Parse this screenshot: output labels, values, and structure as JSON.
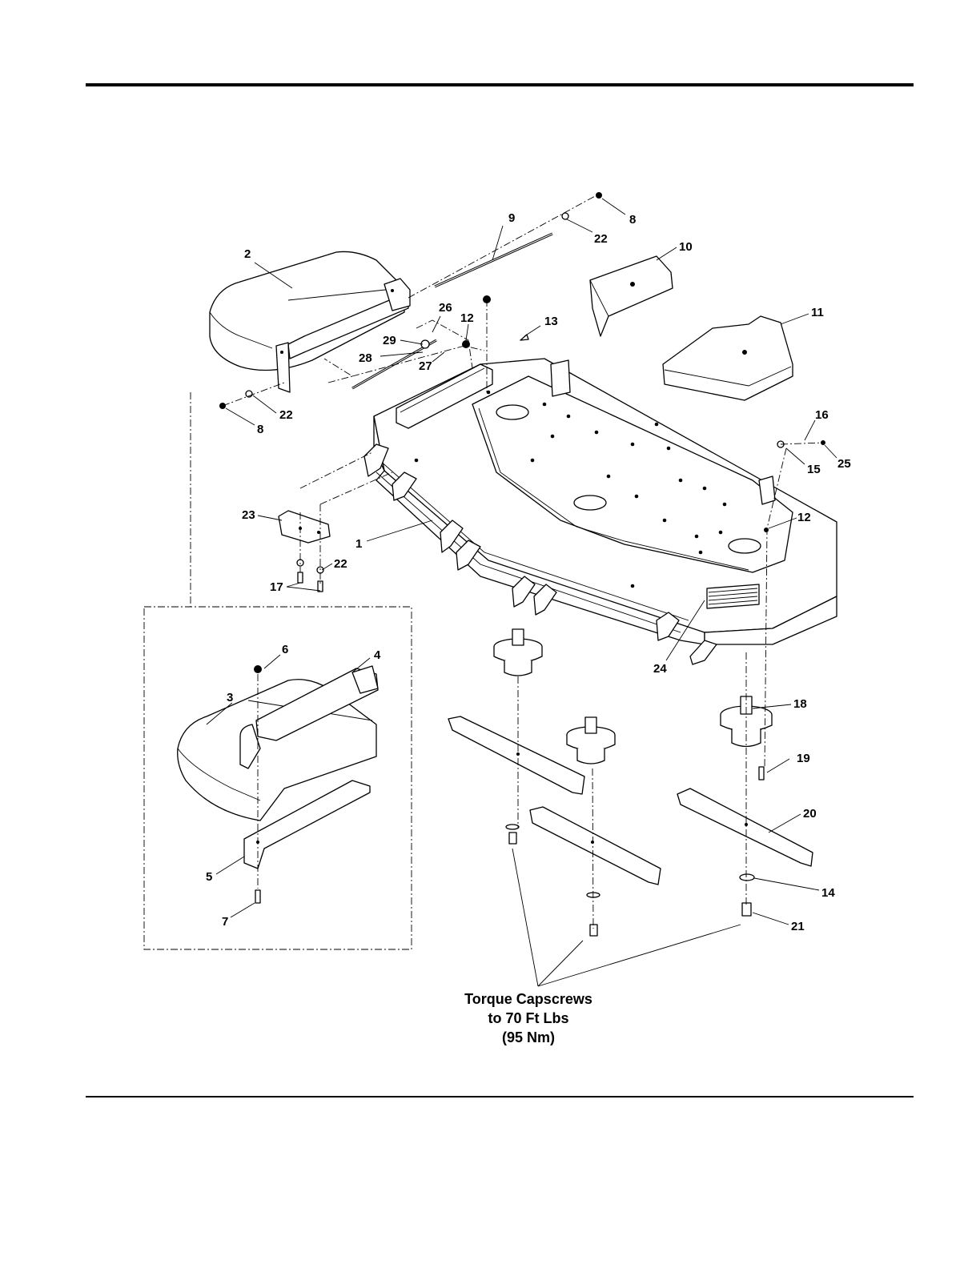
{
  "callouts": {
    "c1": "1",
    "c2": "2",
    "c3": "3",
    "c4": "4",
    "c5": "5",
    "c6": "6",
    "c7": "7",
    "c8a": "8",
    "c8b": "8",
    "c9": "9",
    "c10": "10",
    "c11": "11",
    "c12a": "12",
    "c12b": "12",
    "c13": "13",
    "c14": "14",
    "c15": "15",
    "c16": "16",
    "c17": "17",
    "c18": "18",
    "c19": "19",
    "c20": "20",
    "c21": "21",
    "c22a": "22",
    "c22b": "22",
    "c22c": "22",
    "c23": "23",
    "c24": "24",
    "c25": "25",
    "c26": "26",
    "c27": "27",
    "c28": "28",
    "c29": "29"
  },
  "note": {
    "line1": "Torque Capscrews",
    "line2": "to 70 Ft Lbs",
    "line3": "(95 Nm)"
  }
}
